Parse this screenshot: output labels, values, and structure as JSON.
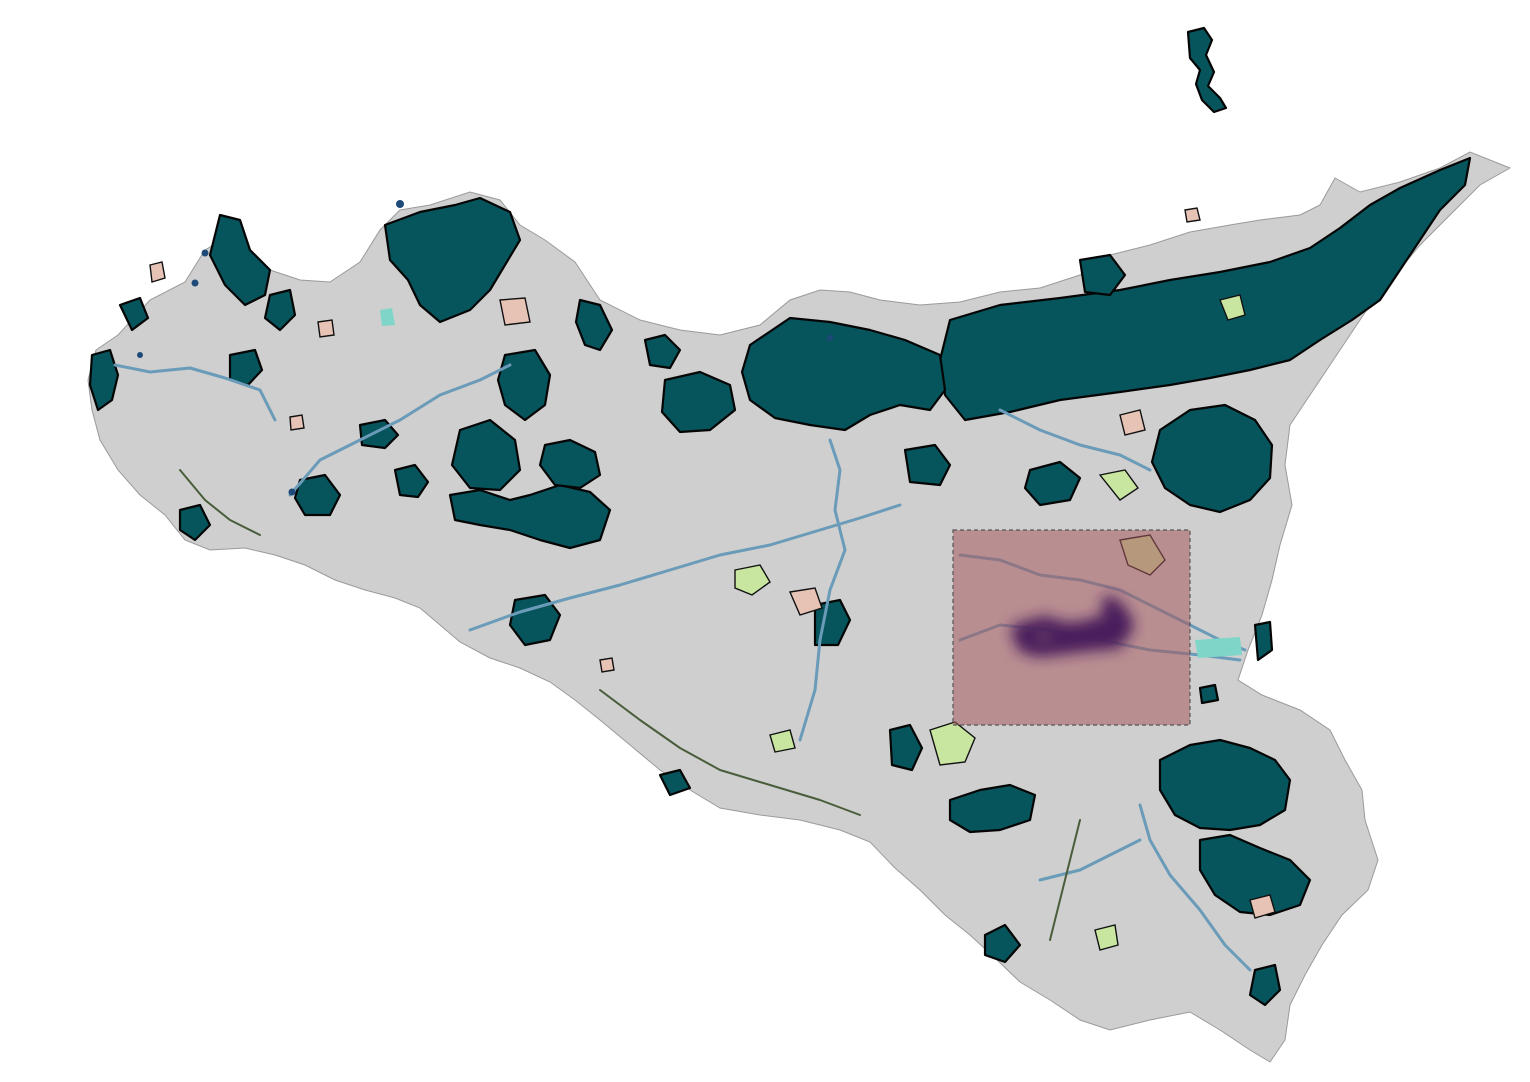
{
  "colors": {
    "background": "#ffffff",
    "land": "#cfcfcf",
    "forest": "#06545c",
    "forest_outline": "#050505",
    "shrubland": "#c8e6a0",
    "bare_area": "#e6c3b5",
    "river": "#6a9bb8",
    "stream": "#4a5d3a",
    "water": "#7fd6c8",
    "highlight_box": "#a85a5e",
    "hotspot": "#4a1a5c"
  },
  "map": {
    "region": "island",
    "highlight": {
      "style": "dashed-rectangle",
      "opacity": 0.55
    },
    "hotspot": {
      "style": "blurred-trail"
    }
  }
}
